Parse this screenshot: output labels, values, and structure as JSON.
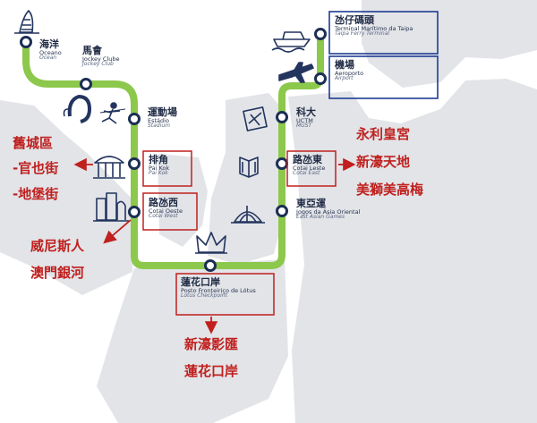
{
  "colors": {
    "line": "#8cc84b",
    "station_fill": "#ffffff",
    "station_stroke": "#1c2f55",
    "land": "#e2e4e8",
    "icon": "#23345e",
    "red": "#c0201e",
    "blue": "#1f3c93"
  },
  "stations": [
    {
      "id": "oceano",
      "zh": "海洋",
      "pt": "Oceano",
      "en": "Ocean",
      "icon": "tower-icon"
    },
    {
      "id": "jockey-club",
      "zh": "馬會",
      "pt": "Jockey Clube",
      "en": "Jockey Club",
      "icon": "horseshoe-icon"
    },
    {
      "id": "estadio",
      "zh": "運動場",
      "pt": "Estádio",
      "en": "Stadium",
      "icon": "runner-icon"
    },
    {
      "id": "pai-kok",
      "zh": "排角",
      "pt": "Pai Kok",
      "en": "Pai Kok",
      "icon": "pavilion-icon"
    },
    {
      "id": "cotai-oeste",
      "zh": "路氹西",
      "pt": "Cotai Oeste",
      "en": "Cotai West",
      "icon": "buildings-icon"
    },
    {
      "id": "lotus",
      "zh": "蓮花口岸",
      "pt": "Posto Fronteiriço de Lótus",
      "en": "Lotus Checkpoint",
      "icon": "lotus-icon"
    },
    {
      "id": "asia",
      "zh": "東亞運",
      "pt": "Jogos da Ásia Oriental",
      "en": "East Asian Games",
      "icon": "dome-icon"
    },
    {
      "id": "cotai-leste",
      "zh": "路氹東",
      "pt": "Cotai Leste",
      "en": "Cotai East",
      "icon": "book-icon"
    },
    {
      "id": "uctm",
      "zh": "科大",
      "pt": "UCTM",
      "en": "MUST",
      "icon": "compass-icon"
    },
    {
      "id": "aeroporto",
      "zh": "機場",
      "pt": "Aeroporto",
      "en": "Airport",
      "icon": "plane-icon"
    },
    {
      "id": "taipa-ferry",
      "zh": "氹仔碼頭",
      "pt": "Terminal Marítimo da Taipa",
      "en": "Taipa Ferry Terminal",
      "icon": "ship-icon"
    }
  ],
  "annotations": {
    "west": [
      "舊城區",
      "-官也街",
      "-地堡街"
    ],
    "southwest": [
      "威尼斯人",
      "澳門銀河"
    ],
    "south": [
      "新濠影匯",
      "蓮花口岸"
    ],
    "east": [
      "永利皇宮",
      "新濠天地",
      "美獅美高梅"
    ]
  }
}
